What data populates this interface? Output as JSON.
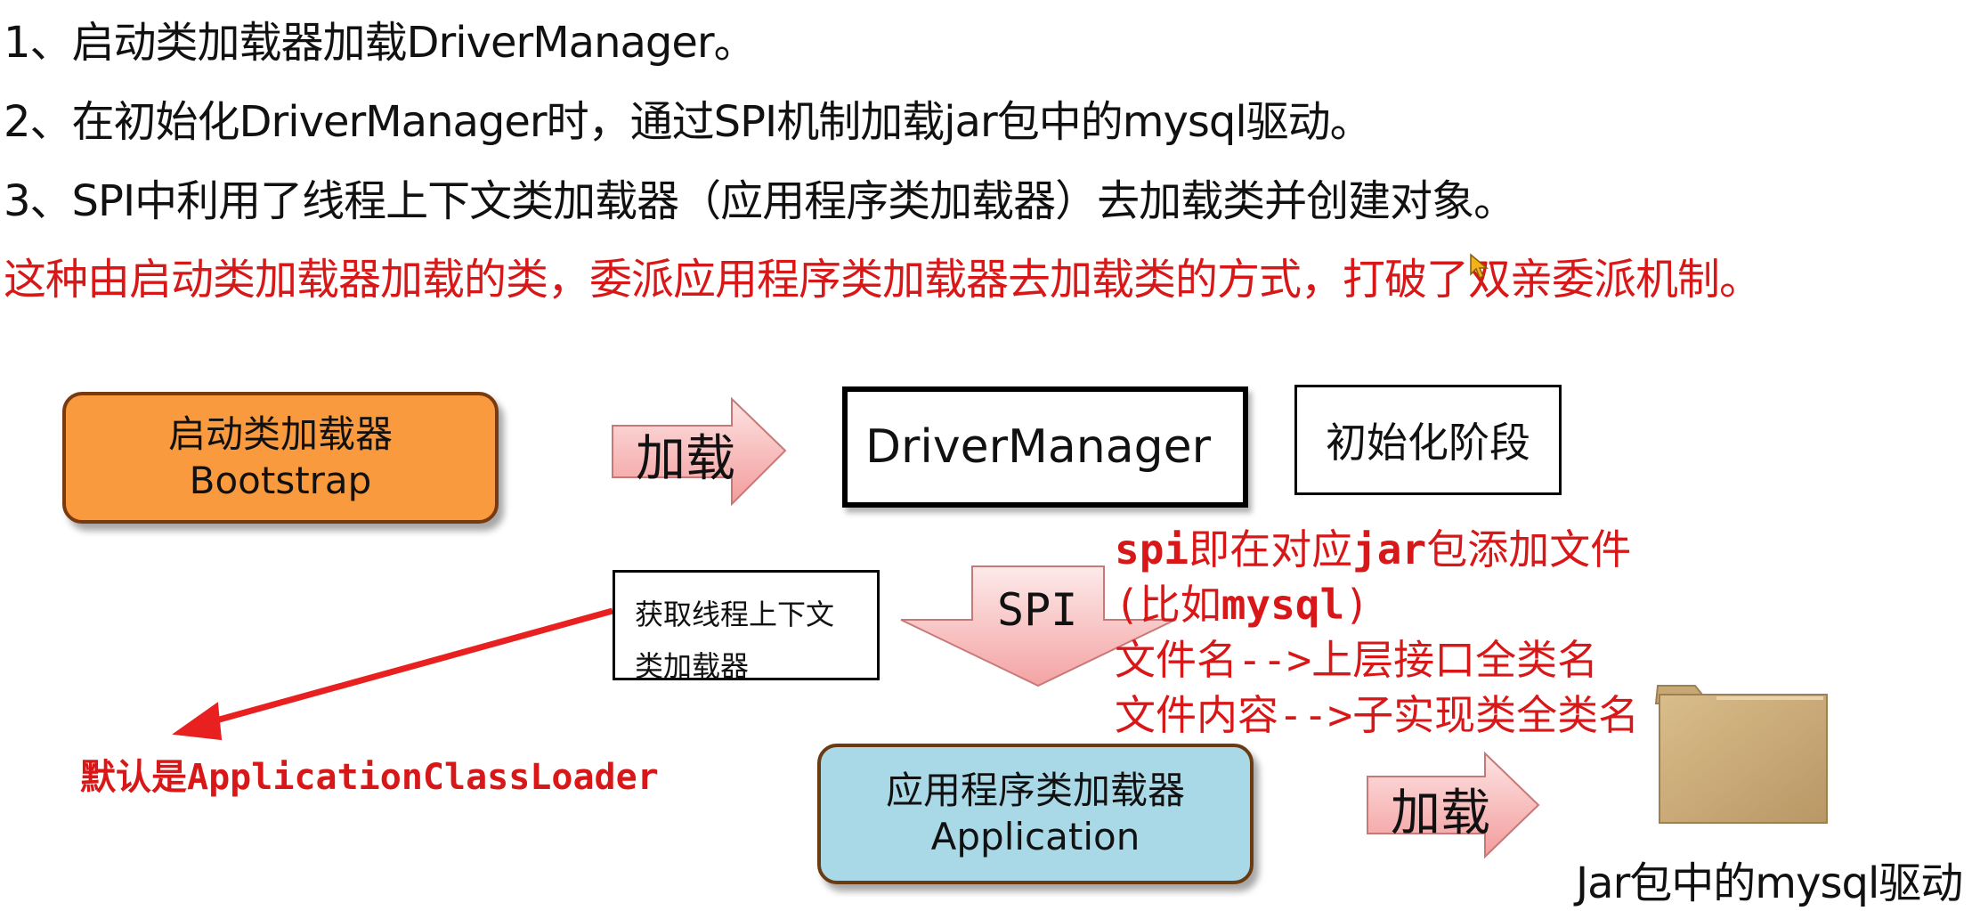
{
  "lines": {
    "l1": "1、启动类加载器加载DriverManager。",
    "l2": "2、在初始化DriverManager时，通过SPI机制加载jar包中的mysql驱动。",
    "l3": "3、SPI中利用了线程上下文类加载器（应用程序类加载器）去加载类并创建对象。",
    "l4": "这种由启动类加载器加载的类，委派应用程序类加载器去加载类的方式，打破了双亲委派机制。"
  },
  "bootstrap": {
    "line1": "启动类加载器",
    "line2": "Bootstrap"
  },
  "load_arrow_1": "加载",
  "driver_manager": "DriverManager",
  "init_stage": "初始化阶段",
  "context_box": {
    "line1": "获取线程上下文",
    "line2": "类加载器"
  },
  "spi_arrow": "SPI",
  "note": {
    "line1_a": "spi",
    "line1_b": "即在对应",
    "line1_c": "jar",
    "line1_d": "包添加文件",
    "line2_a": "(比如",
    "line2_b": "mysql",
    "line2_c": ")",
    "line3": "文件名-->上层接口全类名",
    "line4": "文件内容-->子实现类全类名"
  },
  "default_label": "默认是ApplicationClassLoader",
  "application": {
    "line1": "应用程序类加载器",
    "line2": "Application"
  },
  "load_arrow_2": "加载",
  "jar_label": "Jar包中的mysql驱动",
  "colors": {
    "accent_red": "#d81818",
    "bootstrap_fill": "#f99a3f",
    "application_fill": "#a9d8e6",
    "arrow_fill": "#f7b8b8",
    "folder_fill": "#c9ab78"
  },
  "icons": {
    "folder": "folder-icon",
    "cursor": "cursor-icon"
  }
}
